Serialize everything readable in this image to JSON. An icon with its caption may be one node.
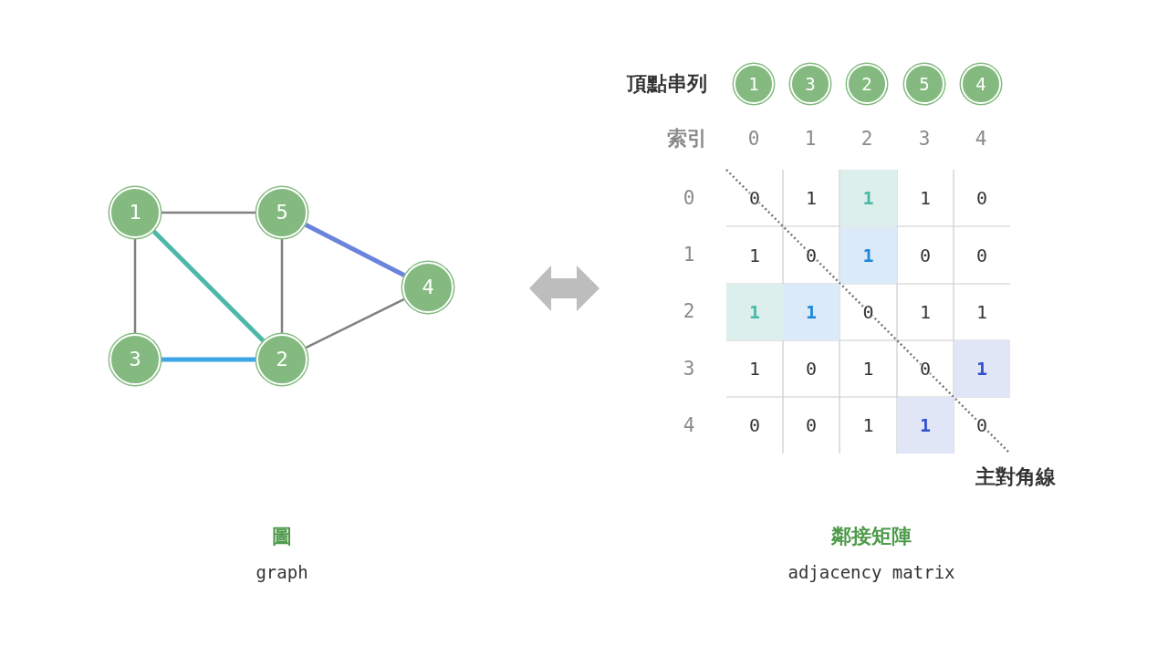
{
  "diagram": {
    "nodes": [
      {
        "text": [
          "1"
        ]
      },
      {
        "text": [
          "5"
        ]
      },
      {
        "text": [
          "4"
        ]
      },
      {
        "text": [
          "3"
        ]
      },
      {
        "text": [
          "2"
        ]
      },
      {
        "text": [
          "1"
        ]
      },
      {
        "text": [
          "3"
        ]
      },
      {
        "text": [
          "2"
        ]
      },
      {
        "text": [
          "5"
        ]
      },
      {
        "text": [
          "4"
        ]
      }
    ],
    "edges": [
      {
        "from": 0,
        "to": 1,
        "arrow": "none"
      },
      {
        "from": 0,
        "to": 3,
        "arrow": "none"
      },
      {
        "from": 0,
        "to": 4,
        "arrow": "none",
        "style": "thick",
        "color": "#4cb8a8"
      },
      {
        "from": 1,
        "to": 4,
        "arrow": "none"
      },
      {
        "from": 1,
        "to": 2,
        "arrow": "none",
        "style": "thick",
        "color": "#6a83dd"
      },
      {
        "from": 3,
        "to": 4,
        "arrow": "none",
        "style": "thick",
        "color": "#3ea6e6"
      },
      {
        "from": 4,
        "to": 2,
        "arrow": "none"
      }
    ],
    "labels": [
      "頂點串列",
      "索引",
      "0",
      "1",
      "2",
      "3",
      "4",
      "0",
      "0",
      "1",
      "1",
      "1",
      "0",
      "1",
      "1",
      "0",
      "1",
      "0",
      "0",
      "2",
      "1",
      "1",
      "0",
      "1",
      "1",
      "3",
      "1",
      "0",
      "1",
      "0",
      "1",
      "4",
      "0",
      "0",
      "1",
      "1",
      "0",
      "主對角線",
      "圖",
      "graph",
      "鄰接矩陣",
      "adjacency matrix"
    ]
  }
}
